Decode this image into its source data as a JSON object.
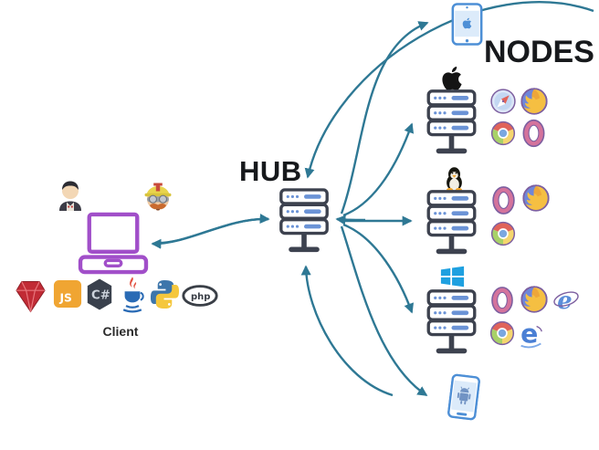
{
  "diagram": {
    "kind": "selenium-grid-architecture",
    "background": "#ffffff"
  },
  "labels": {
    "hub": "HUB",
    "nodes": "NODES",
    "client": "Client"
  },
  "icon_text": {
    "js": "JS",
    "csharp": "C#",
    "php": "php",
    "ie": "e",
    "edge": "e"
  },
  "client": {
    "label": "Client",
    "ci_tools": [
      "jenkins-icon",
      "travis-ci-icon"
    ],
    "device": "laptop-icon",
    "languages": [
      "ruby-icon",
      "javascript-icon",
      "csharp-icon",
      "java-icon",
      "python-icon",
      "php-icon"
    ]
  },
  "hub": {
    "label": "HUB",
    "icon": "server-icon"
  },
  "nodes": {
    "label": "NODES",
    "items": [
      {
        "name": "ios-device",
        "os_icon": "iphone-icon",
        "browsers": []
      },
      {
        "name": "mac-node",
        "os_icon": "apple-logo-icon",
        "server": "server-icon",
        "browsers": [
          "safari-icon",
          "firefox-icon",
          "chrome-icon",
          "opera-icon"
        ]
      },
      {
        "name": "linux-node",
        "os_icon": "linux-tux-icon",
        "server": "server-icon",
        "browsers": [
          "opera-icon",
          "firefox-icon",
          "chrome-icon"
        ]
      },
      {
        "name": "windows-node",
        "os_icon": "windows-logo-icon",
        "server": "server-icon",
        "browsers": [
          "opera-icon",
          "firefox-icon",
          "ie-icon",
          "chrome-icon",
          "edge-icon"
        ]
      },
      {
        "name": "android-device",
        "os_icon": "android-phone-icon",
        "browsers": []
      }
    ]
  },
  "edges": [
    {
      "from": "client-laptop",
      "to": "hub",
      "direction": "both"
    },
    {
      "from": "hub",
      "to": "ios-device",
      "direction": "out"
    },
    {
      "from": "hub",
      "to": "mac-node",
      "direction": "out"
    },
    {
      "from": "hub",
      "to": "linux-node",
      "direction": "both"
    },
    {
      "from": "hub",
      "to": "windows-node",
      "direction": "out"
    },
    {
      "from": "hub",
      "to": "android-device",
      "direction": "out"
    },
    {
      "from": "nodes-area-top",
      "to": "hub",
      "direction": "in"
    },
    {
      "from": "nodes-area-bottom",
      "to": "hub",
      "direction": "in"
    }
  ],
  "colors": {
    "arrow": "#2e7894",
    "laptop_purple": "#a14fc9",
    "server_dark": "#3d424f",
    "server_accent": "#6b93d6",
    "phone_blue": "#4d8fd6",
    "windows_blue": "#1ea0e0",
    "browser_outline_purple": "#7d5fa0"
  }
}
